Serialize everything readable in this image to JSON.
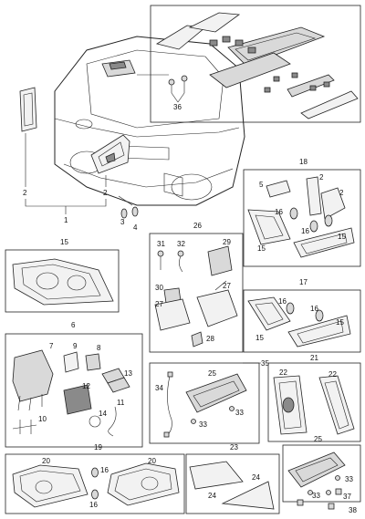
{
  "callouts": {
    "c1": "1",
    "c2a": "2",
    "c2b": "2",
    "c3": "3",
    "c4": "4",
    "c5": "5",
    "c6": "6",
    "c7": "7",
    "c8": "8",
    "c9": "9",
    "c10": "10",
    "c11": "11",
    "c12": "12",
    "c13": "13",
    "c14": "14",
    "c15a": "15",
    "c15b": "15",
    "c15c": "15",
    "c15d": "15",
    "c15e": "15",
    "c16a": "16",
    "c16b": "16",
    "c16c": "16",
    "c16d": "16",
    "c16e": "16",
    "c16f": "16",
    "c17": "17",
    "c18": "18",
    "c19": "19",
    "c20a": "20",
    "c20b": "20",
    "c21": "21",
    "c22a": "22",
    "c22b": "22",
    "c23": "23",
    "c24a": "24",
    "c24b": "24",
    "c25a": "25",
    "c25b": "25",
    "c26": "26",
    "c27a": "27",
    "c27b": "27",
    "c28": "28",
    "c29": "29",
    "c30": "30",
    "c31": "31",
    "c32": "32",
    "c33a": "33",
    "c33b": "33",
    "c33c": "33",
    "c33d": "33",
    "c34": "34",
    "c35": "35",
    "c36": "36",
    "c37": "37",
    "c38": "38",
    "c2c": "2",
    "c2d": "2"
  }
}
